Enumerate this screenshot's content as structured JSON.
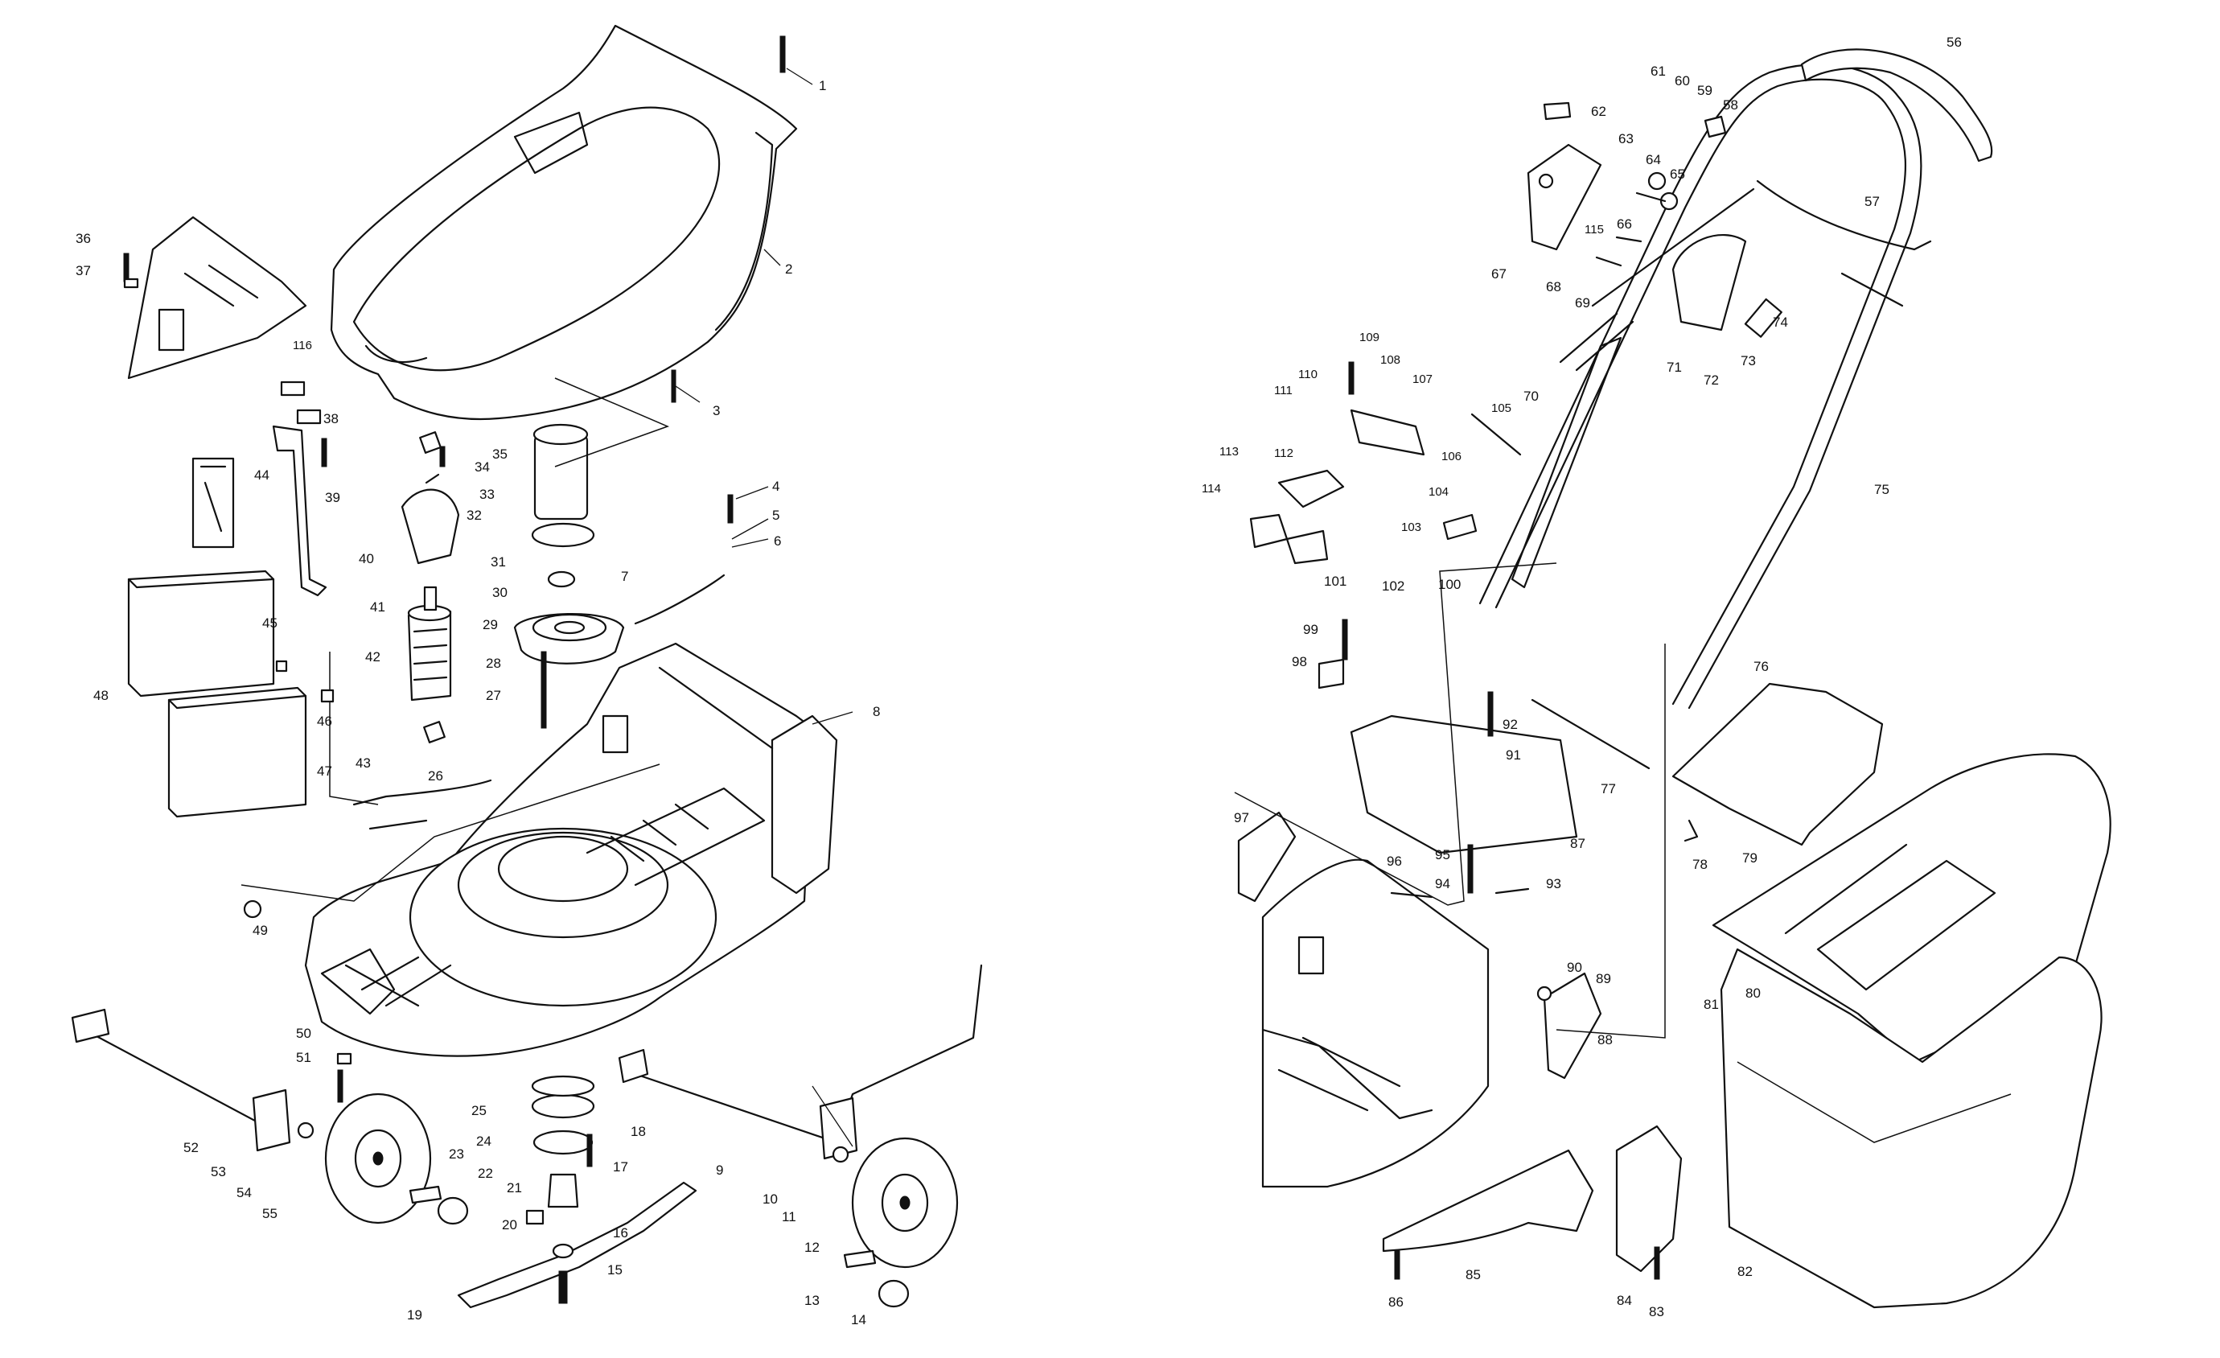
{
  "diagram": {
    "part_numbers": [
      "1",
      "2",
      "3",
      "4",
      "5",
      "6",
      "7",
      "8",
      "9",
      "10",
      "11",
      "12",
      "13",
      "14",
      "15",
      "16",
      "17",
      "18",
      "19",
      "20",
      "21",
      "22",
      "23",
      "24",
      "25",
      "26",
      "27",
      "28",
      "29",
      "30",
      "31",
      "32",
      "33",
      "34",
      "35",
      "36",
      "37",
      "38",
      "39",
      "40",
      "41",
      "42",
      "43",
      "44",
      "45",
      "46",
      "47",
      "48",
      "49",
      "50",
      "51",
      "52",
      "53",
      "54",
      "55",
      "56",
      "57",
      "58",
      "59",
      "60",
      "61",
      "62",
      "63",
      "64",
      "65",
      "66",
      "67",
      "68",
      "69",
      "70",
      "71",
      "72",
      "73",
      "74",
      "75",
      "76",
      "77",
      "78",
      "79",
      "80",
      "81",
      "82",
      "83",
      "84",
      "85",
      "86",
      "87",
      "88",
      "89",
      "90",
      "91",
      "92",
      "93",
      "94",
      "95",
      "96",
      "97",
      "98",
      "99",
      "100",
      "101",
      "102",
      "103",
      "104",
      "105",
      "106",
      "107",
      "108",
      "109",
      "110",
      "111",
      "112",
      "113",
      "114",
      "115",
      "116"
    ]
  }
}
